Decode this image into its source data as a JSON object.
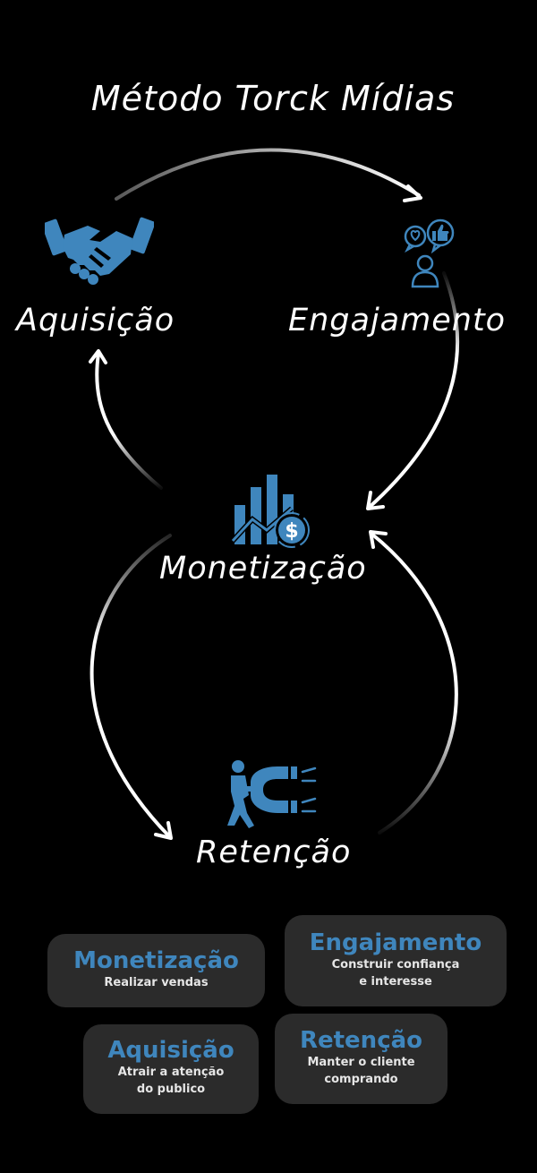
{
  "title": "Método Torck Mídias",
  "stages": {
    "aquisicao": "Aquisição",
    "engajamento": "Engajamento",
    "monetizacao": "Monetização",
    "retencao": "Retenção"
  },
  "icons": {
    "aquisicao": "handshake-icon",
    "engajamento": "social-engagement-icon",
    "monetizacao": "bar-chart-dollar-icon",
    "retencao": "magnet-icon"
  },
  "cards": {
    "monetizacao": {
      "title": "Monetização",
      "desc": "Realizar vendas"
    },
    "engajamento": {
      "title": "Engajamento",
      "desc": "Construir confiança\ne interesse"
    },
    "aquisicao": {
      "title": "Aquisição",
      "desc": "Atrair a atenção\ndo publico"
    },
    "retencao": {
      "title": "Retenção",
      "desc": "Manter o cliente\ncomprando"
    }
  },
  "colors": {
    "background": "#000000",
    "accent": "#3f86bd",
    "card": "#2b2b2b",
    "text": "#ffffff"
  }
}
